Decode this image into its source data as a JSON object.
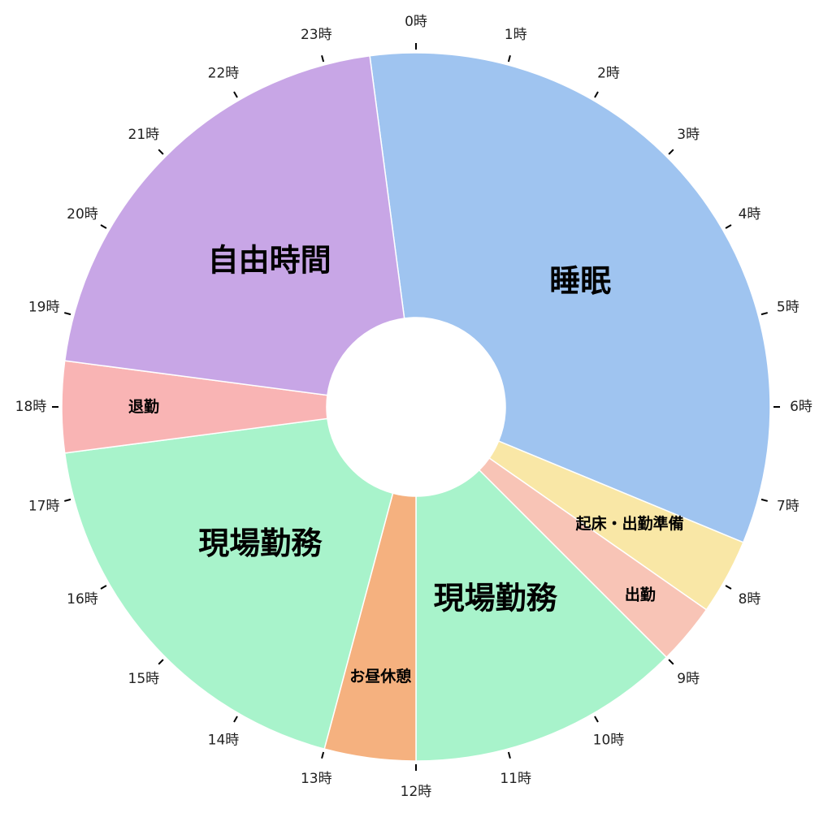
{
  "chart_data": {
    "type": "pie",
    "title": "",
    "unit": "hours",
    "start_hour": 23.5,
    "segments": [
      {
        "label": "睡眠",
        "start": 23.5,
        "end": 7.5,
        "hours": 8,
        "color": "#9fc4f0"
      },
      {
        "label": "起床・出勤準備",
        "start": 7.5,
        "end": 8.33,
        "hours": 0.83,
        "color": "#f9e7a6"
      },
      {
        "label": "出勤",
        "start": 8.33,
        "end": 9,
        "hours": 0.67,
        "color": "#f8c4b6"
      },
      {
        "label": "現場勤務",
        "start": 9,
        "end": 12,
        "hours": 3,
        "color": "#a8f3cb"
      },
      {
        "label": "お昼休憩",
        "start": 12,
        "end": 13,
        "hours": 1,
        "color": "#f5b17f"
      },
      {
        "label": "現場勤務",
        "start": 13,
        "end": 17.5,
        "hours": 4.5,
        "color": "#a8f3cb"
      },
      {
        "label": "退勤",
        "start": 17.5,
        "end": 18.5,
        "hours": 1,
        "color": "#f9b4b4"
      },
      {
        "label": "自由時間",
        "start": 18.5,
        "end": 23.5,
        "hours": 5,
        "color": "#c8a6e6"
      }
    ],
    "hour_labels": [
      "0時",
      "1時",
      "2時",
      "3時",
      "4時",
      "5時",
      "6時",
      "7時",
      "8時",
      "9時",
      "10時",
      "11時",
      "12時",
      "13時",
      "14時",
      "15時",
      "16時",
      "17時",
      "18時",
      "19時",
      "20時",
      "21時",
      "22時",
      "23時"
    ]
  }
}
